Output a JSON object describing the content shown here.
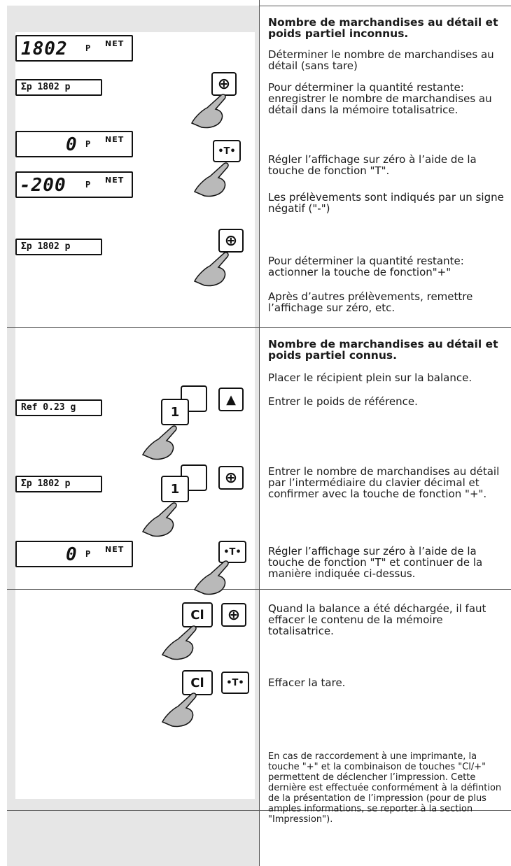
{
  "section1": {
    "title": "Nombre de marchandises au détail et poids partiel inconnus.",
    "p1": "Déterminer le nombre de marchandises au détail (sans tare)",
    "p2": "Pour déterminer la quantité restante: enregistrer le nombre de marchandises au détail dans la mémoire totalisatrice.",
    "p3": "Régler l’affichage sur zéro à l’aide de la touche de fonction \"T\".",
    "p4": "Les prélèvements sont indiqués par un signe négatif (\"-\")",
    "p5": "Pour déterminer la quantité restante: actionner la touche de fonction\"+\"",
    "p6": "Après d’autres prélèvements, remettre l’affichage sur zéro, etc."
  },
  "section2": {
    "title": "Nombre de marchandises au détail et poids partiel connus.",
    "p1": "Placer le récipient plein sur la balance.",
    "p2": "Entrer le poids de référence.",
    "p3": "Entrer le nombre de marchandises au détail par l’intermédiaire du clavier décimal et confirmer avec la touche de fonction \"+\".",
    "p4": "Régler l’affichage sur zéro à l’aide de la touche de fonction \"T\" et continuer de la manière indiquée ci-dessus."
  },
  "section3": {
    "p1": "Quand la balance a été déchargée, il faut effacer le contenu de la mémoire totalisatrice.",
    "p2": "Effacer la tare."
  },
  "section4": {
    "p1": "En cas de raccordement à une imprimante, la touche \"+\" et la combinaison de touches \"Cl/+\" permettent de déclencher l’impression. Cette dernière est effectuée conformément à la défintion de la présentation de l’impression (pour de plus amples informations, se reporter à la section \"Impression\")."
  },
  "displays": {
    "d1_value": "1802",
    "d1_unit": "P",
    "net_label": "NET",
    "d2": "Σp  1802 p",
    "d3_value": "0",
    "d4_value": "-200",
    "d5": "Σp  1802 p",
    "d6": "Ref 0.23 g",
    "d7": "Σp  1802 p",
    "d8_value": "0"
  },
  "keys": {
    "plus": "⊕",
    "tare": "•T•",
    "one": "1",
    "tri": "▲",
    "cl": "Cl"
  }
}
